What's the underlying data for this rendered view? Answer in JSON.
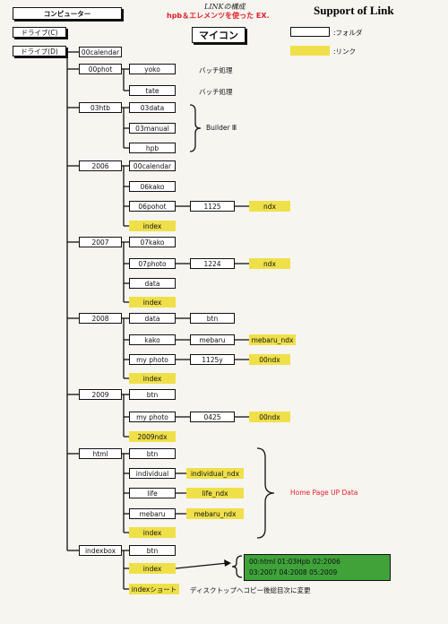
{
  "header": {
    "computer": "コンピューター",
    "subtitle": "LINKの構成",
    "subtitle2": "hpb＆エレメンツを使った EX.",
    "title": "Support of Link",
    "mycon": "マイコン",
    "drive_c": "ドライブ(C)",
    "drive_d": "ドライブ(D)"
  },
  "legend": {
    "folder_label": ":フォルダ",
    "link_label": ":リンク"
  },
  "nodes": {
    "n00calendar": "00calendar",
    "phot": "00phot",
    "yoko": "yoko",
    "tate": "tate",
    "htb": "03htb",
    "data03": "03data",
    "manual03": "03manual",
    "hpb": "hpb",
    "y2006": "2006",
    "cal2006": "00calendar",
    "kako06": "06kako",
    "pohot06": "06pohot",
    "n1125": "1125",
    "index2006": "index",
    "y2007": "2007",
    "kako07": "07kako",
    "photo07": "07photo",
    "n1224": "1224",
    "data2007": "data",
    "index2007": "index",
    "y2008": "2008",
    "data2008": "data",
    "btn2008": "btn",
    "kako2008": "kako",
    "mebaru2008": "mebaru",
    "myphoto2008": "my photo",
    "n1125y": "1125y",
    "index2008": "index",
    "y2009": "2009",
    "btn2009": "btn",
    "myphoto2009": "my photo",
    "n0425": "0425",
    "ndx2009": "2009ndx",
    "html": "html",
    "btnhtml": "btn",
    "individual": "individual",
    "life": "life",
    "mebaruhtml": "mebaru",
    "indexhtml": "index",
    "indexbox": "indexbox",
    "btnindexbox": "btn",
    "indexindexbox": "index",
    "indexshortcut": "indexショート"
  },
  "links": {
    "ndx2006": "ndx",
    "ndx2007": "ndx",
    "mebaru_ndx": "mebaru_ndx",
    "ndx00_2008": "00ndx",
    "ndx00_2009": "00ndx",
    "individual_ndx": "individual_ndx",
    "life_ndx": "life_ndx",
    "mebaru_ndx_html": "mebaru_ndx"
  },
  "notes": {
    "batch1": "バッチ処理",
    "batch2": "バッチ処理",
    "builder": "Builder Ⅲ",
    "homepage": "Home Page  UP  Data",
    "shortcut_note": "ディスクトップへコピー後総目次に変更"
  },
  "green_box": {
    "line1": "00:html   01:03Hpb   02:2006",
    "line2": "03:2007    04:2008    05:2009"
  },
  "colors": {
    "link_fill": "#efe04a",
    "green_fill": "#3fa33a",
    "red_text": "#e0202a",
    "line": "#111111"
  }
}
